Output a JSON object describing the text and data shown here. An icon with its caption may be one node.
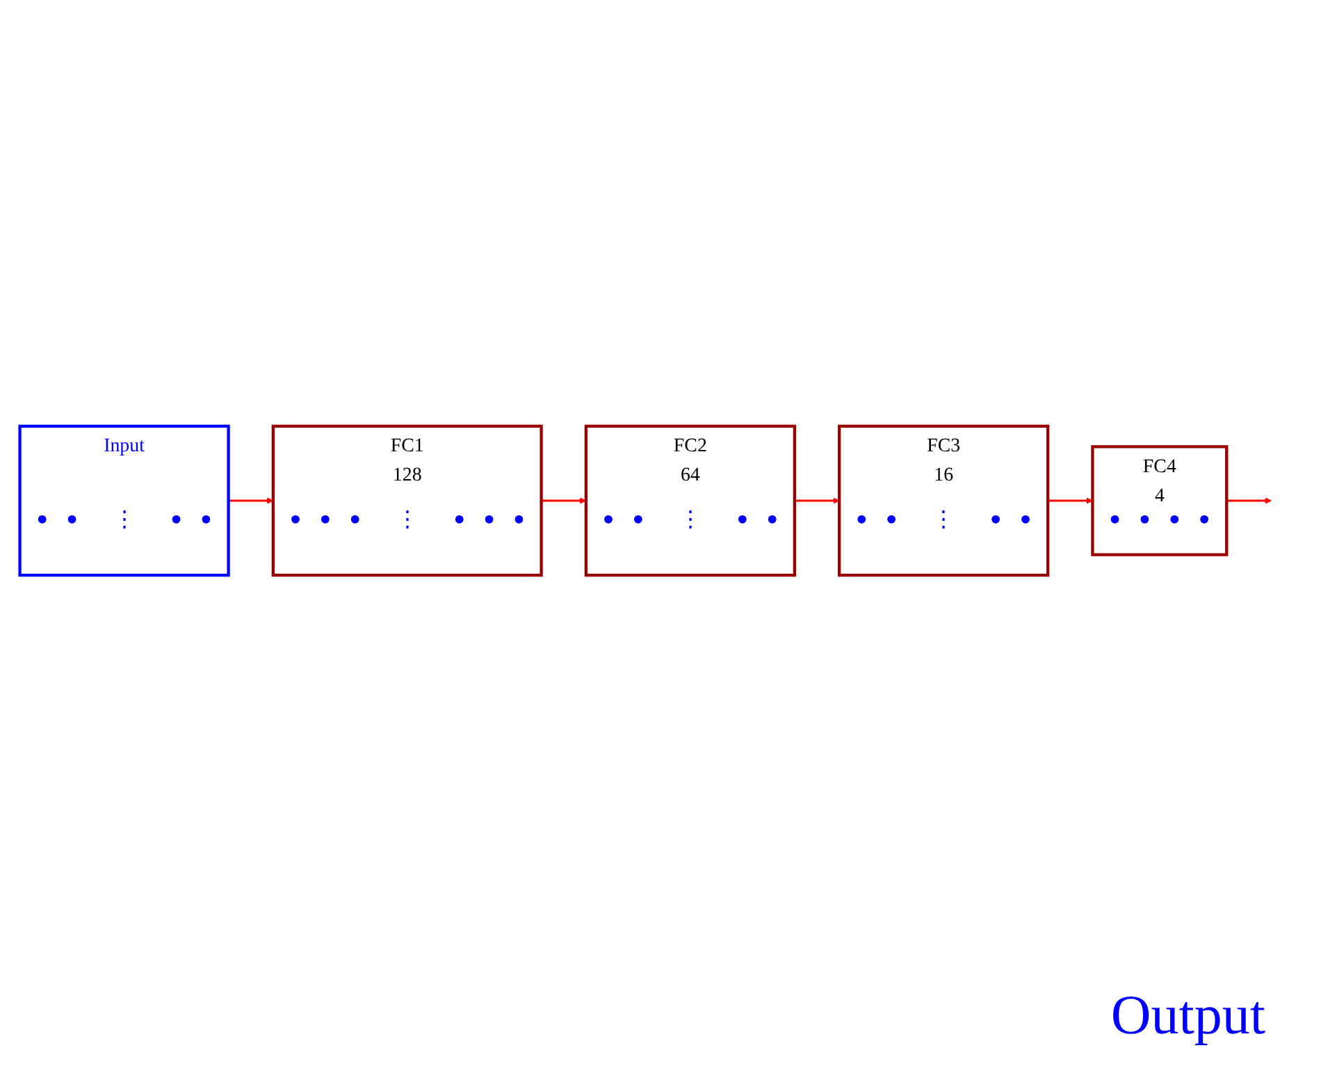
{
  "diagram": {
    "nodes": [
      {
        "text": [
          "Input"
        ]
      },
      {
        "text": [],
        "shape": "circle",
        "in": 0
      },
      {
        "text": [],
        "shape": "circle",
        "in": 0
      },
      {
        "text": [
          "⋮"
        ],
        "in": 0
      },
      {
        "text": [],
        "shape": "circle",
        "in": 0
      },
      {
        "text": [],
        "shape": "circle",
        "in": 0
      },
      {
        "text": [
          "FC1",
          "128"
        ]
      },
      {
        "text": [],
        "shape": "circle",
        "in": 6
      },
      {
        "text": [],
        "shape": "circle",
        "in": 6
      },
      {
        "text": [],
        "shape": "circle",
        "in": 6
      },
      {
        "text": [
          "⋮"
        ],
        "in": 6
      },
      {
        "text": [],
        "shape": "circle",
        "in": 6
      },
      {
        "text": [],
        "shape": "circle",
        "in": 6
      },
      {
        "text": [],
        "shape": "circle",
        "in": 6
      },
      {
        "text": [
          "FC2",
          "64"
        ]
      },
      {
        "text": [],
        "shape": "circle",
        "in": 14
      },
      {
        "text": [],
        "shape": "circle",
        "in": 14
      },
      {
        "text": [
          "⋮"
        ],
        "in": 14
      },
      {
        "text": [],
        "shape": "circle",
        "in": 14
      },
      {
        "text": [],
        "shape": "circle",
        "in": 14
      },
      {
        "text": [
          "FC3",
          "16"
        ]
      },
      {
        "text": [],
        "shape": "circle",
        "in": 20
      },
      {
        "text": [],
        "shape": "circle",
        "in": 20
      },
      {
        "text": [
          "⋮"
        ],
        "in": 20
      },
      {
        "text": [],
        "shape": "circle",
        "in": 20
      },
      {
        "text": [],
        "shape": "circle",
        "in": 20
      },
      {
        "text": [
          "FC4",
          "4"
        ]
      },
      {
        "text": [],
        "shape": "circle",
        "in": 26
      },
      {
        "text": [],
        "shape": "circle",
        "in": 26
      },
      {
        "text": [],
        "shape": "circle",
        "in": 26
      },
      {
        "text": [],
        "shape": "circle",
        "in": 26
      }
    ],
    "edges": [
      {
        "from": 0,
        "to": 6,
        "arrow": "to"
      },
      {
        "from": 6,
        "to": 14,
        "arrow": "to"
      },
      {
        "from": 14,
        "to": 20,
        "arrow": "to"
      },
      {
        "from": 20,
        "to": 26,
        "arrow": "to"
      },
      {
        "from": 26,
        "to": null,
        "arrow": "to"
      }
    ],
    "labels": [
      "Output"
    ]
  }
}
